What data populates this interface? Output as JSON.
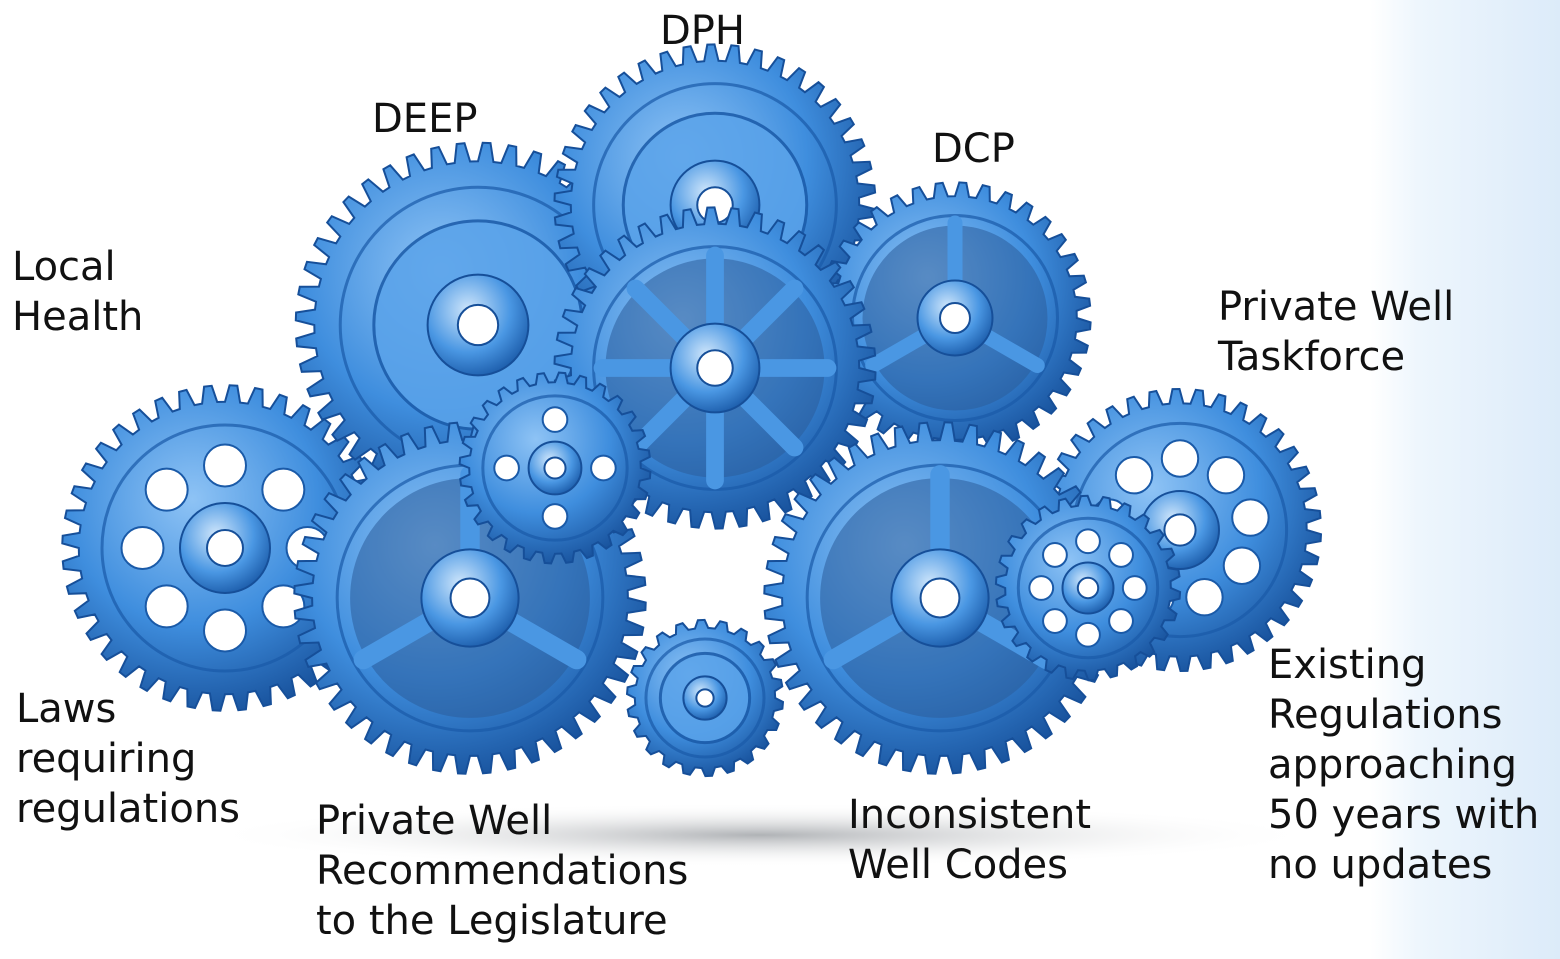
{
  "colors": {
    "gear_light": "#8ec3f5",
    "gear_mid": "#3f8ede",
    "gear_dark": "#164f99",
    "background_band": "#dcebf9",
    "text": "#111111"
  },
  "diagram": {
    "gears": [
      {
        "name": "gear-left"
      },
      {
        "name": "gear-deep"
      },
      {
        "name": "gear-dph"
      },
      {
        "name": "gear-dcp"
      },
      {
        "name": "gear-far-right"
      },
      {
        "name": "gear-bottom-left"
      },
      {
        "name": "gear-center-spoked"
      },
      {
        "name": "gear-front-small"
      },
      {
        "name": "gear-bottom-right"
      },
      {
        "name": "gear-bottom-center"
      },
      {
        "name": "gear-front-right-small"
      }
    ],
    "labels": {
      "dph": "DPH",
      "deep": "DEEP",
      "dcp": "DCP",
      "local_health": "Local\nHealth",
      "private_well_taskforce": "Private Well\nTaskforce",
      "laws_requiring_regulations": "Laws\nrequiring\nregulations",
      "private_well_recommendations": "Private Well\nRecommendations\nto the Legislature",
      "inconsistent_well_codes": "Inconsistent\nWell Codes",
      "existing_regulations": "Existing\nRegulations\napproaching\n50 years with\nno updates"
    }
  }
}
